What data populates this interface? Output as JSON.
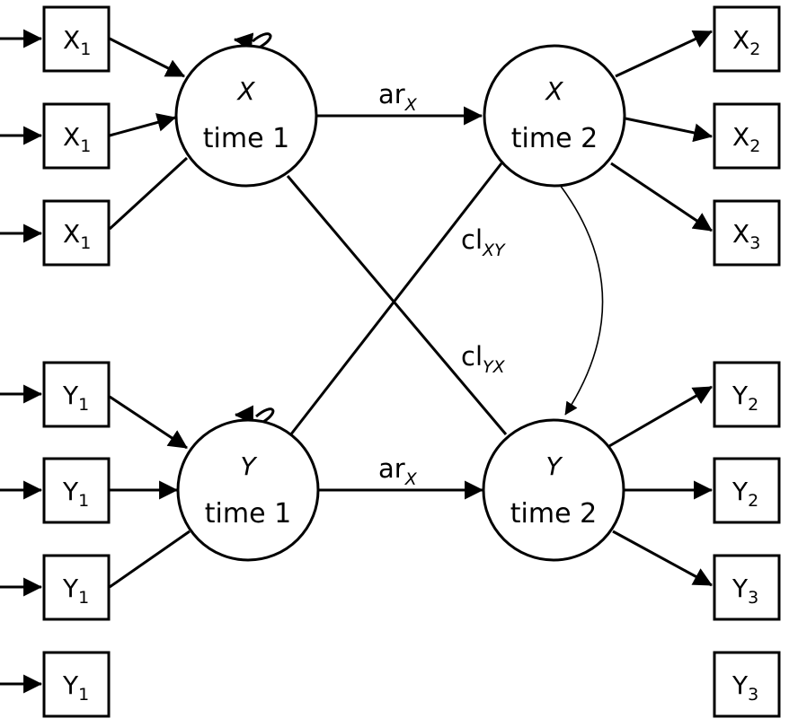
{
  "indicators_left": [
    {
      "letter": "X",
      "sub": "1"
    },
    {
      "letter": "X",
      "sub": "1"
    },
    {
      "letter": "X",
      "sub": "1"
    },
    {
      "letter": "Y",
      "sub": "1"
    },
    {
      "letter": "Y",
      "sub": "1"
    },
    {
      "letter": "Y",
      "sub": "1"
    },
    {
      "letter": "Y",
      "sub": "1"
    }
  ],
  "indicators_right": [
    {
      "letter": "X",
      "sub": "2"
    },
    {
      "letter": "X",
      "sub": "2"
    },
    {
      "letter": "X",
      "sub": "3"
    },
    {
      "letter": "Y",
      "sub": "2"
    },
    {
      "letter": "Y",
      "sub": "2"
    },
    {
      "letter": "Y",
      "sub": "3"
    },
    {
      "letter": "Y",
      "sub": "3"
    }
  ],
  "latents": {
    "x_t1": {
      "name": "X",
      "time": "time 1"
    },
    "x_t2": {
      "name": "X",
      "time": "time 2"
    },
    "y_t1": {
      "name": "Y",
      "time": "time 1"
    },
    "y_t2": {
      "name": "Y",
      "time": "time 2"
    }
  },
  "paths": {
    "ar_x_top": {
      "main": "ar",
      "sub": "X"
    },
    "ar_x_bottom": {
      "main": "ar",
      "sub": "X"
    },
    "cl_xy": {
      "main": "cl",
      "sub": "XY"
    },
    "cl_yx": {
      "main": "cl",
      "sub": "YX"
    }
  }
}
